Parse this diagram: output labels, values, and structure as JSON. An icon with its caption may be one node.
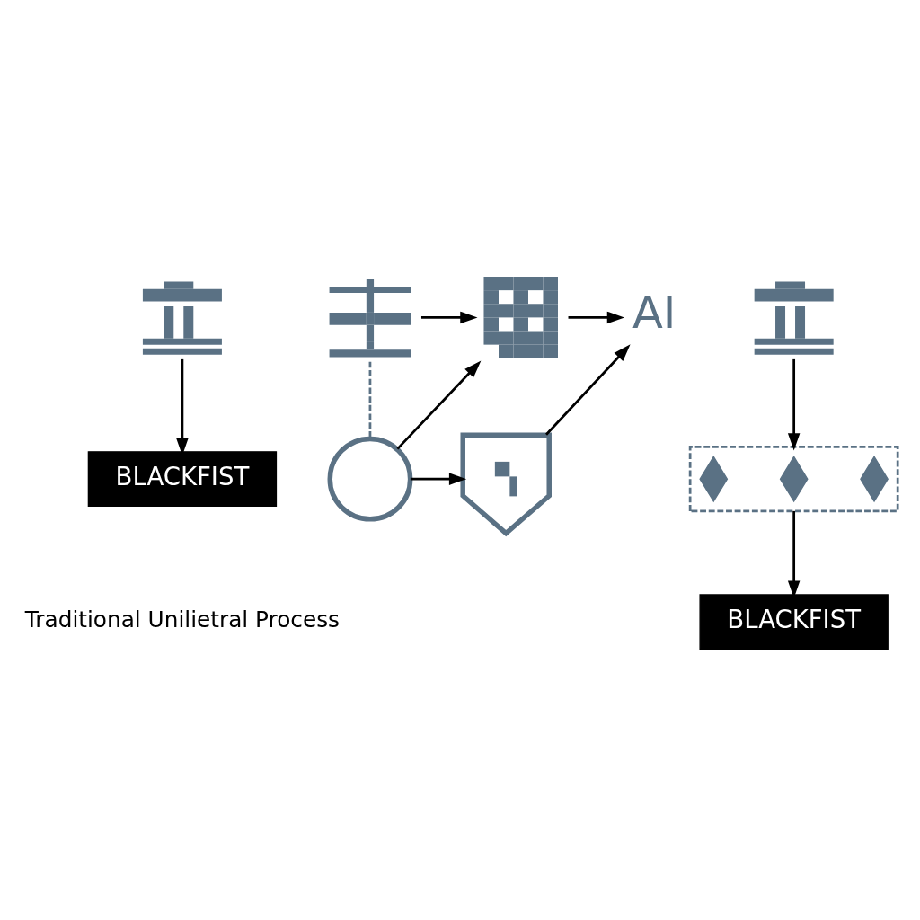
{
  "diagram": {
    "nodes": [
      {
        "text": [],
        "shape": "picture"
      },
      {
        "text": [
          "BLACKFIST"
        ]
      },
      {
        "text": [],
        "shape": "picture"
      },
      {
        "text": [],
        "shape": "picture"
      },
      {
        "text": [
          "AI"
        ]
      },
      {
        "text": [],
        "shape": "circle"
      },
      {
        "text": [],
        "shape": "picture"
      },
      {
        "text": [],
        "shape": "picture"
      },
      {
        "text": [],
        "shape": "box"
      },
      {
        "text": [],
        "shape": "diamond",
        "in": 8
      },
      {
        "text": [],
        "shape": "diamond",
        "in": 8
      },
      {
        "text": [],
        "shape": "diamond",
        "in": 8
      },
      {
        "text": [
          "BLACKFIST"
        ]
      }
    ],
    "edges": [
      {
        "from": 0,
        "to": 1,
        "arrow": "to"
      },
      {
        "from": 2,
        "to": 3,
        "arrow": "to"
      },
      {
        "from": 3,
        "to": 4,
        "arrow": "to"
      },
      {
        "from": 2,
        "to": 5,
        "arrow": "none",
        "style": "dashed",
        "color": "#5a7184"
      },
      {
        "from": 5,
        "to": 3,
        "arrow": "to"
      },
      {
        "from": 5,
        "to": 6,
        "arrow": "to"
      },
      {
        "from": 6,
        "to": 4,
        "arrow": "to"
      },
      {
        "from": 7,
        "to": 8,
        "arrow": "to"
      },
      {
        "from": 8,
        "to": 12,
        "arrow": "to"
      }
    ],
    "labels": [
      "Traditional Unilietral Process"
    ]
  }
}
